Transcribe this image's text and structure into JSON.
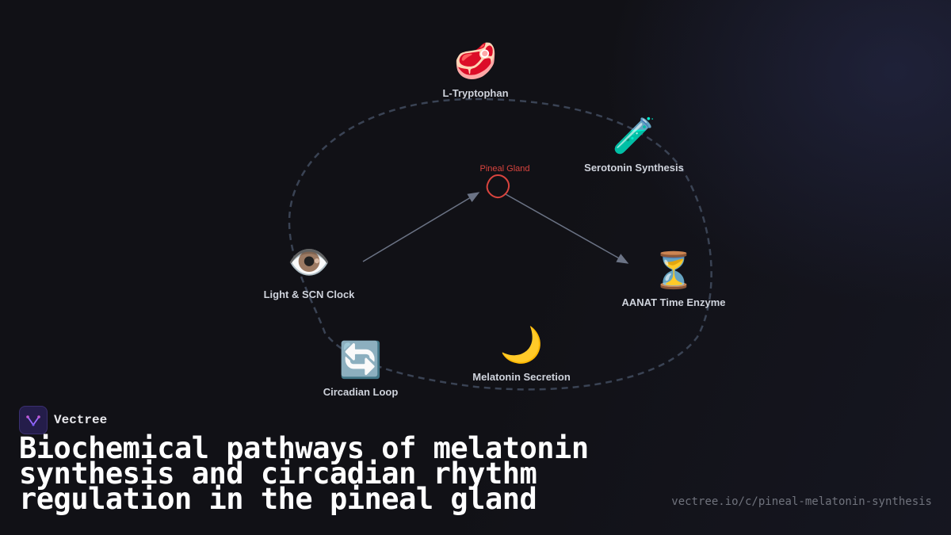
{
  "diagram": {
    "center": {
      "label": "Pineal Gland",
      "color": "#d9443e"
    },
    "nodes": [
      {
        "id": "l-tryptophan",
        "emoji": "🥩",
        "label": "L-Tryptophan"
      },
      {
        "id": "serotonin-synthesis",
        "emoji": "🧪",
        "label": "Serotonin Synthesis"
      },
      {
        "id": "aanat-time-enzyme",
        "emoji": "⏳",
        "label": "AANAT Time Enzyme"
      },
      {
        "id": "melatonin-secretion",
        "emoji": "🌙",
        "label": "Melatonin Secretion"
      },
      {
        "id": "circadian-loop",
        "emoji": "🔄",
        "label": "Circadian Loop"
      },
      {
        "id": "light-scn-clock",
        "emoji": "👁️",
        "label": "Light & SCN Clock"
      }
    ],
    "edges": [
      {
        "from": "light-scn-clock",
        "to": "pineal-gland"
      },
      {
        "from": "pineal-gland",
        "to": "aanat-time-enzyme"
      }
    ],
    "loop_style": "dashed"
  },
  "brand": {
    "name": "Vectree"
  },
  "title": "Biochemical pathways of melatonin synthesis and circadian rhythm regulation in the pineal gland",
  "url": "vectree.io/c/pineal-melatonin-synthesis"
}
